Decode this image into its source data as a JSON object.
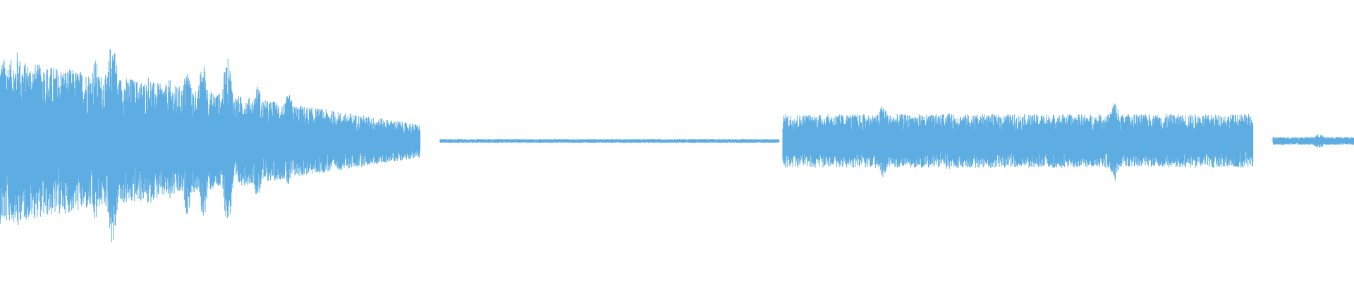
{
  "waveform": {
    "color": "#5dade2",
    "background": "#ffffff",
    "segments": [
      {
        "start": 0.0,
        "end": 0.31,
        "peak": 0.62,
        "decay": 0.8
      },
      {
        "start": 0.325,
        "end": 0.575,
        "peak": 0.015,
        "decay": 0.0
      },
      {
        "start": 0.578,
        "end": 0.925,
        "peak": 0.2,
        "decay": 0.0
      },
      {
        "start": 0.94,
        "end": 1.0,
        "peak": 0.03,
        "decay": 0.0
      }
    ],
    "bursts": [
      {
        "at": 0.013,
        "level": 0.68
      },
      {
        "at": 0.035,
        "level": 0.45
      },
      {
        "at": 0.058,
        "level": 0.52
      },
      {
        "at": 0.07,
        "level": 0.62
      },
      {
        "at": 0.083,
        "level": 0.78
      },
      {
        "at": 0.097,
        "level": 0.48
      },
      {
        "at": 0.11,
        "level": 0.5
      },
      {
        "at": 0.125,
        "level": 0.46
      },
      {
        "at": 0.138,
        "level": 0.55
      },
      {
        "at": 0.15,
        "level": 0.58
      },
      {
        "at": 0.168,
        "level": 0.62
      },
      {
        "at": 0.19,
        "level": 0.42
      },
      {
        "at": 0.213,
        "level": 0.35
      },
      {
        "at": 0.652,
        "level": 0.28
      },
      {
        "at": 0.7,
        "level": 0.22
      },
      {
        "at": 0.77,
        "level": 0.12
      },
      {
        "at": 0.795,
        "level": 0.18
      },
      {
        "at": 0.823,
        "level": 0.3
      },
      {
        "at": 0.845,
        "level": 0.14
      },
      {
        "at": 0.866,
        "level": 0.16
      },
      {
        "at": 0.974,
        "level": 0.05
      }
    ]
  }
}
